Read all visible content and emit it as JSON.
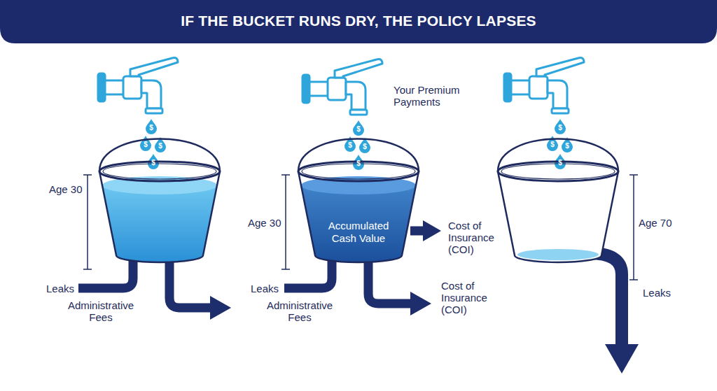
{
  "diagram": {
    "title": "IF THE BUCKET RUNS DRY, THE POLICY LAPSES",
    "nodes": [
      {
        "text": [
          "Accumulated Cash Value"
        ]
      }
    ],
    "labels": [
      "Your Premium Payments",
      "$",
      "$",
      "$",
      "$",
      "$",
      "$",
      "$",
      "$",
      "$",
      "$",
      "$",
      "$",
      "Age 30",
      "Leaks",
      "Administrative Fees",
      "Age 30",
      "Cost of Insurance (COI)",
      "Leaks",
      "Administrative Fees",
      "Cost of Insurance (COI)",
      "Age 70",
      "Leaks"
    ]
  }
}
